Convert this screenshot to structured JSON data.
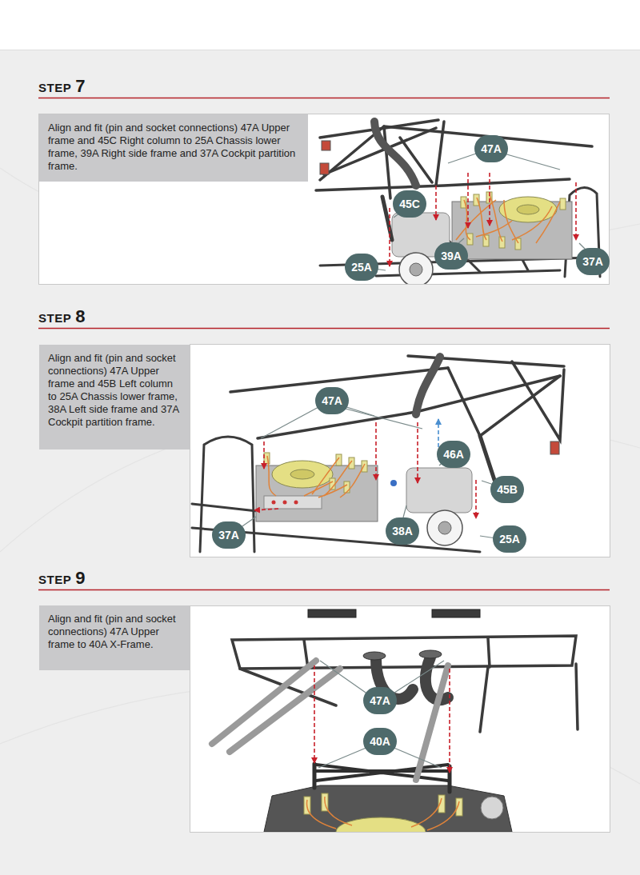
{
  "diagram": {
    "nodes": [
      {
        "text": [
          "Align and fit (pin and socket connections) 47A Upper frame and 45C Right column to 25A Chassis lower frame, 39A Right side frame and 37A Cockpit partition frame."
        ]
      },
      {
        "text": [
          "Align and fit (pin and socket connections) 47A Upper frame and 45B Left column to 25A Chassis lower frame, 38A Left side frame and 37A Cockpit partition frame."
        ]
      },
      {
        "text": [
          "Align and fit (pin and socket connections) 47A Upper frame to 40A X-Frame."
        ]
      }
    ],
    "labels": [
      "STEP",
      "7",
      "47A",
      "45C",
      "25A",
      "39A",
      "37A",
      "STEP",
      "8",
      "47A",
      "46A",
      "45B",
      "37A",
      "38A",
      "25A",
      "STEP",
      "9",
      "47A",
      "40A"
    ]
  }
}
